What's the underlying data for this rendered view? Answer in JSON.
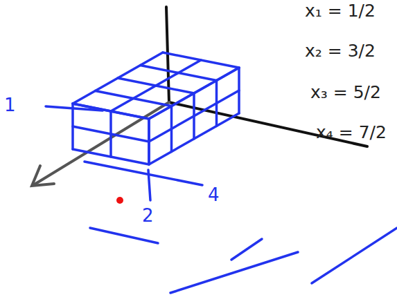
{
  "diagram": {
    "labels": [
      "x₁ = 1/2",
      "x₂ = 3/2",
      "x₃ = 5/2",
      "x₄ = 7/2",
      "1",
      "4",
      "2"
    ]
  }
}
